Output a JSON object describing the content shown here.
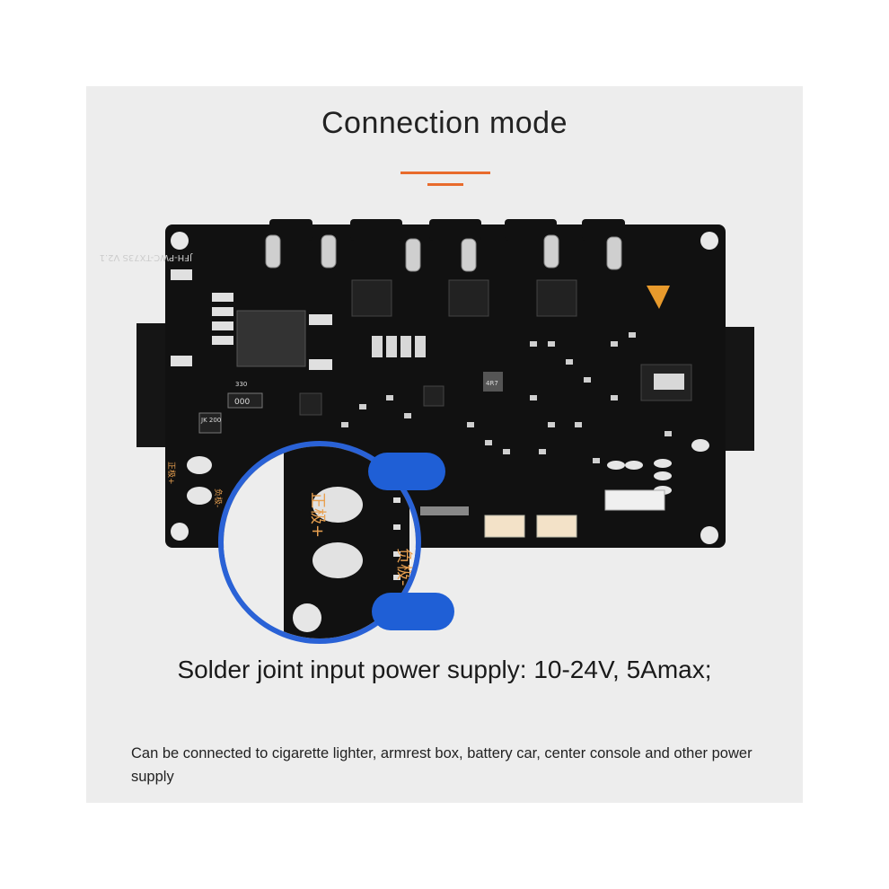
{
  "title": "Connection mode",
  "headline": "Solder joint input power supply: 10-24V, 5Amax;",
  "caption": "Can be connected to cigarette lighter, armrest box, battery car, center console and other power supply",
  "board": {
    "model_label": "JFH-PWC-TX73S V2.1",
    "positive_label": "正极+",
    "negative_label": "负极-",
    "positive_label_small": "正极+",
    "negative_label_small": "负极-",
    "resistor_1": "000",
    "resistor_2": "JK 200",
    "resistor_3": "330",
    "chip_label": "4R7"
  },
  "colors": {
    "accent": "#e86b2c",
    "board": "#111111",
    "highlight": "#2a62d6"
  }
}
